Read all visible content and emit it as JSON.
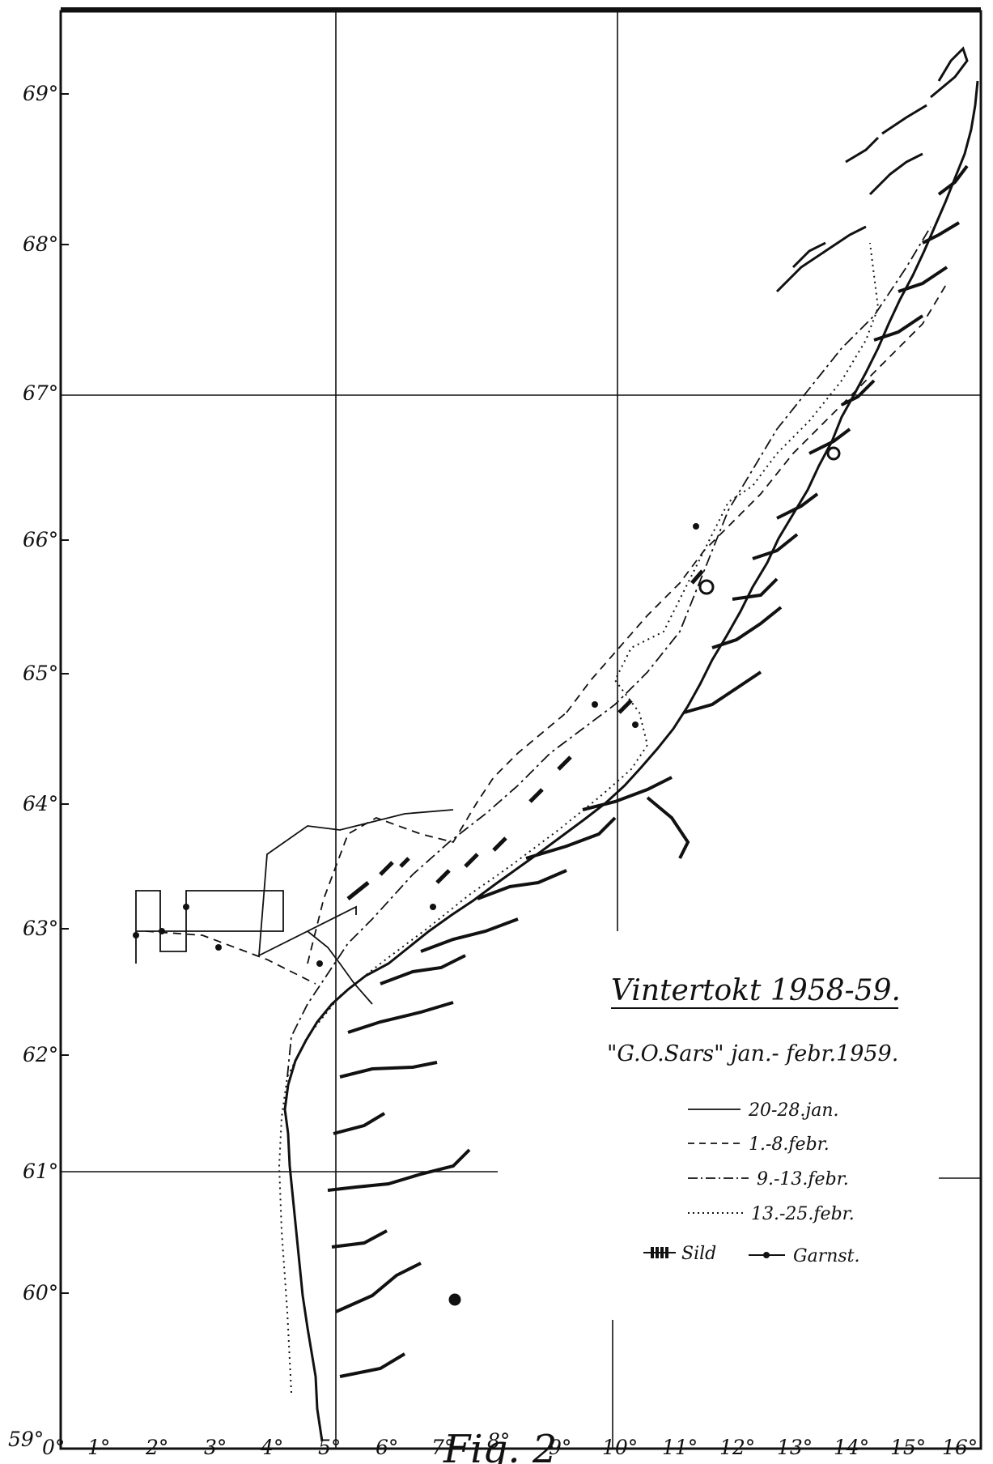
{
  "map": {
    "title": "Vintertokt 1958-59.",
    "subtitle": "\"G.O.Sars\" jan.- febr.1959.",
    "figure_label": "Fig. 2",
    "latitude_labels": [
      "69°",
      "68°",
      "67°",
      "66°",
      "65°",
      "64°",
      "63°",
      "62°",
      "61°",
      "60°",
      "59°"
    ],
    "longitude_labels": [
      "0°",
      "1°",
      "2°",
      "3°",
      "4°",
      "5°",
      "6°",
      "7°",
      "8°",
      "9°",
      "10°",
      "11°",
      "12°",
      "13°",
      "14°",
      "15°",
      "16°"
    ],
    "legend": [
      {
        "label": "20-28.jan.",
        "style": "solid"
      },
      {
        "label": "1.-8.febr.",
        "style": "dashed"
      },
      {
        "label": "9.-13.febr.",
        "style": "dash-dot"
      },
      {
        "label": "13.-25.febr.",
        "style": "dotted"
      }
    ],
    "markers": [
      {
        "label": "Sild",
        "symbol": "hatched-line"
      },
      {
        "label": "Garnst.",
        "symbol": "line-dot"
      }
    ]
  }
}
